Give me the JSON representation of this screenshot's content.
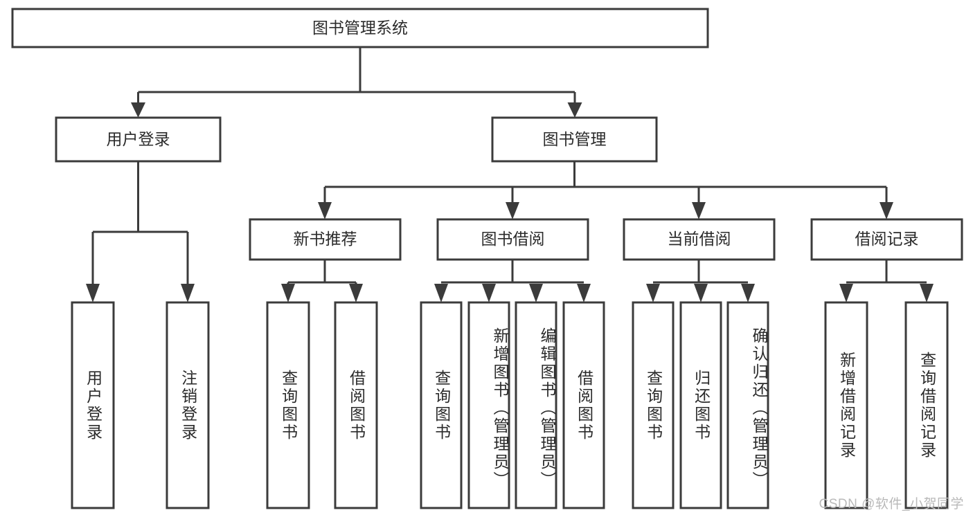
{
  "diagram": {
    "title": "图书管理系统",
    "watermark": "CSDN @软件_小贺同学",
    "type": "tree",
    "orientation": "top-down",
    "colors": {
      "box_stroke": "#3b3b3b",
      "box_fill": "#ffffff",
      "line": "#3b3b3b",
      "text": "#2b2b2b",
      "background": "#ffffff",
      "watermark": "#b9b9b9"
    },
    "root": {
      "label": "图书管理系统",
      "level": 1
    },
    "level2": [
      {
        "label": "用户登录"
      },
      {
        "label": "图书管理"
      }
    ],
    "level3": [
      {
        "label": "新书推荐"
      },
      {
        "label": "图书借阅"
      },
      {
        "label": "当前借阅"
      },
      {
        "label": "借阅记录"
      }
    ],
    "leaves": {
      "user_login": [
        {
          "label": "用户登录"
        },
        {
          "label": "注销登录"
        }
      ],
      "new_book": [
        {
          "label": "查询图书"
        },
        {
          "label": "借阅图书"
        }
      ],
      "book_borrow": [
        {
          "label": "查询图书"
        },
        {
          "label": "新增图书（管理员）"
        },
        {
          "label": "编辑图书（管理员）"
        },
        {
          "label": "借阅图书"
        }
      ],
      "current_borrow": [
        {
          "label": "查询图书"
        },
        {
          "label": "归还图书"
        },
        {
          "label": "确认归还（管理员）"
        }
      ],
      "borrow_record": [
        {
          "label": "新增借阅记录"
        },
        {
          "label": "查询借阅记录"
        }
      ]
    }
  }
}
